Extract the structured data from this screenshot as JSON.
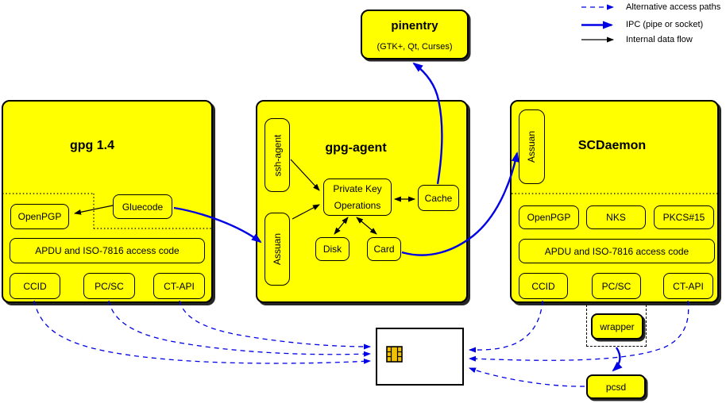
{
  "legend": {
    "alt_label": "Alternative access paths",
    "ipc_label": "IPC (pipe or socket)",
    "internal_label": "Internal data flow"
  },
  "pinentry": {
    "title": "pinentry",
    "subtitle": "(GTK+, Qt, Curses)"
  },
  "gpg14": {
    "title": "gpg 1.4",
    "openpgp": "OpenPGP",
    "gluecode": "Gluecode",
    "apdu": "APDU and ISO-7816 access code",
    "ccid": "CCID",
    "pcsc": "PC/SC",
    "ctapi": "CT-API"
  },
  "gpg_agent": {
    "title": "gpg-agent",
    "ssh_agent": "ssh-agent",
    "assuan": "Assuan",
    "private_key_ops_line1": "Private Key",
    "private_key_ops_line2": "Operations",
    "cache": "Cache",
    "disk": "Disk",
    "card": "Card"
  },
  "scdaemon": {
    "title": "SCDaemon",
    "assuan": "Assuan",
    "openpgp": "OpenPGP",
    "nks": "NKS",
    "pkcs15": "PKCS#15",
    "apdu": "APDU and ISO-7816 access code",
    "ccid": "CCID",
    "pcsc": "PC/SC",
    "ctapi": "CT-API",
    "wrapper": "wrapper"
  },
  "pcsd": {
    "label": "pcsd"
  },
  "colors": {
    "box_fill": "#ffff00",
    "ipc_blue": "#0000e6",
    "alt_path_blue": "#0000e6",
    "internal_black": "#000000",
    "card_fill": "#ffffff"
  }
}
